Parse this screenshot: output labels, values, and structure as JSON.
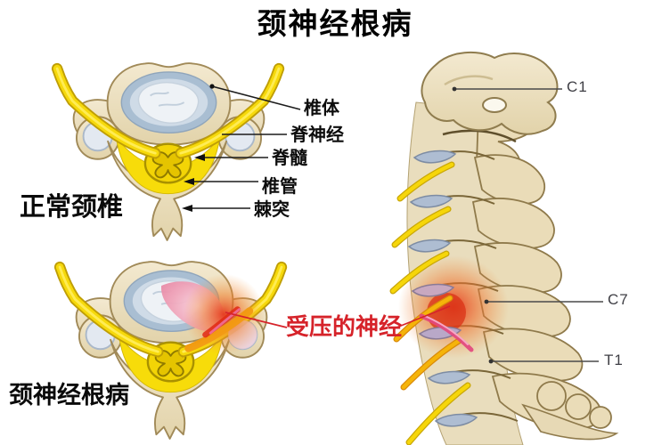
{
  "title": "颈神经根病",
  "left_panel": {
    "normal_caption": "正常颈椎",
    "diseased_caption": "颈神经根病",
    "anatomy_labels": [
      {
        "text": "椎体"
      },
      {
        "text": "脊神经"
      },
      {
        "text": "脊髓"
      },
      {
        "text": "椎管"
      },
      {
        "text": "棘突"
      }
    ],
    "compressed_nerve_label": "受压的神经"
  },
  "right_panel": {
    "level_labels": [
      {
        "text": "C1"
      },
      {
        "text": "C7"
      },
      {
        "text": "T1"
      }
    ]
  },
  "colors": {
    "bone": "#ecdfc0",
    "bone_outline": "#a18a58",
    "disc_ring_blue": "#a9bed2",
    "disc_nucleus": "#eef2f6",
    "nerve_yellow": "#f6d90b",
    "inflammation_red": "#e5371c",
    "compressed_pink": "#ee93ad",
    "label_red": "#d6232a",
    "label_black": "#111111",
    "level_label_gray": "#3f3f45"
  }
}
